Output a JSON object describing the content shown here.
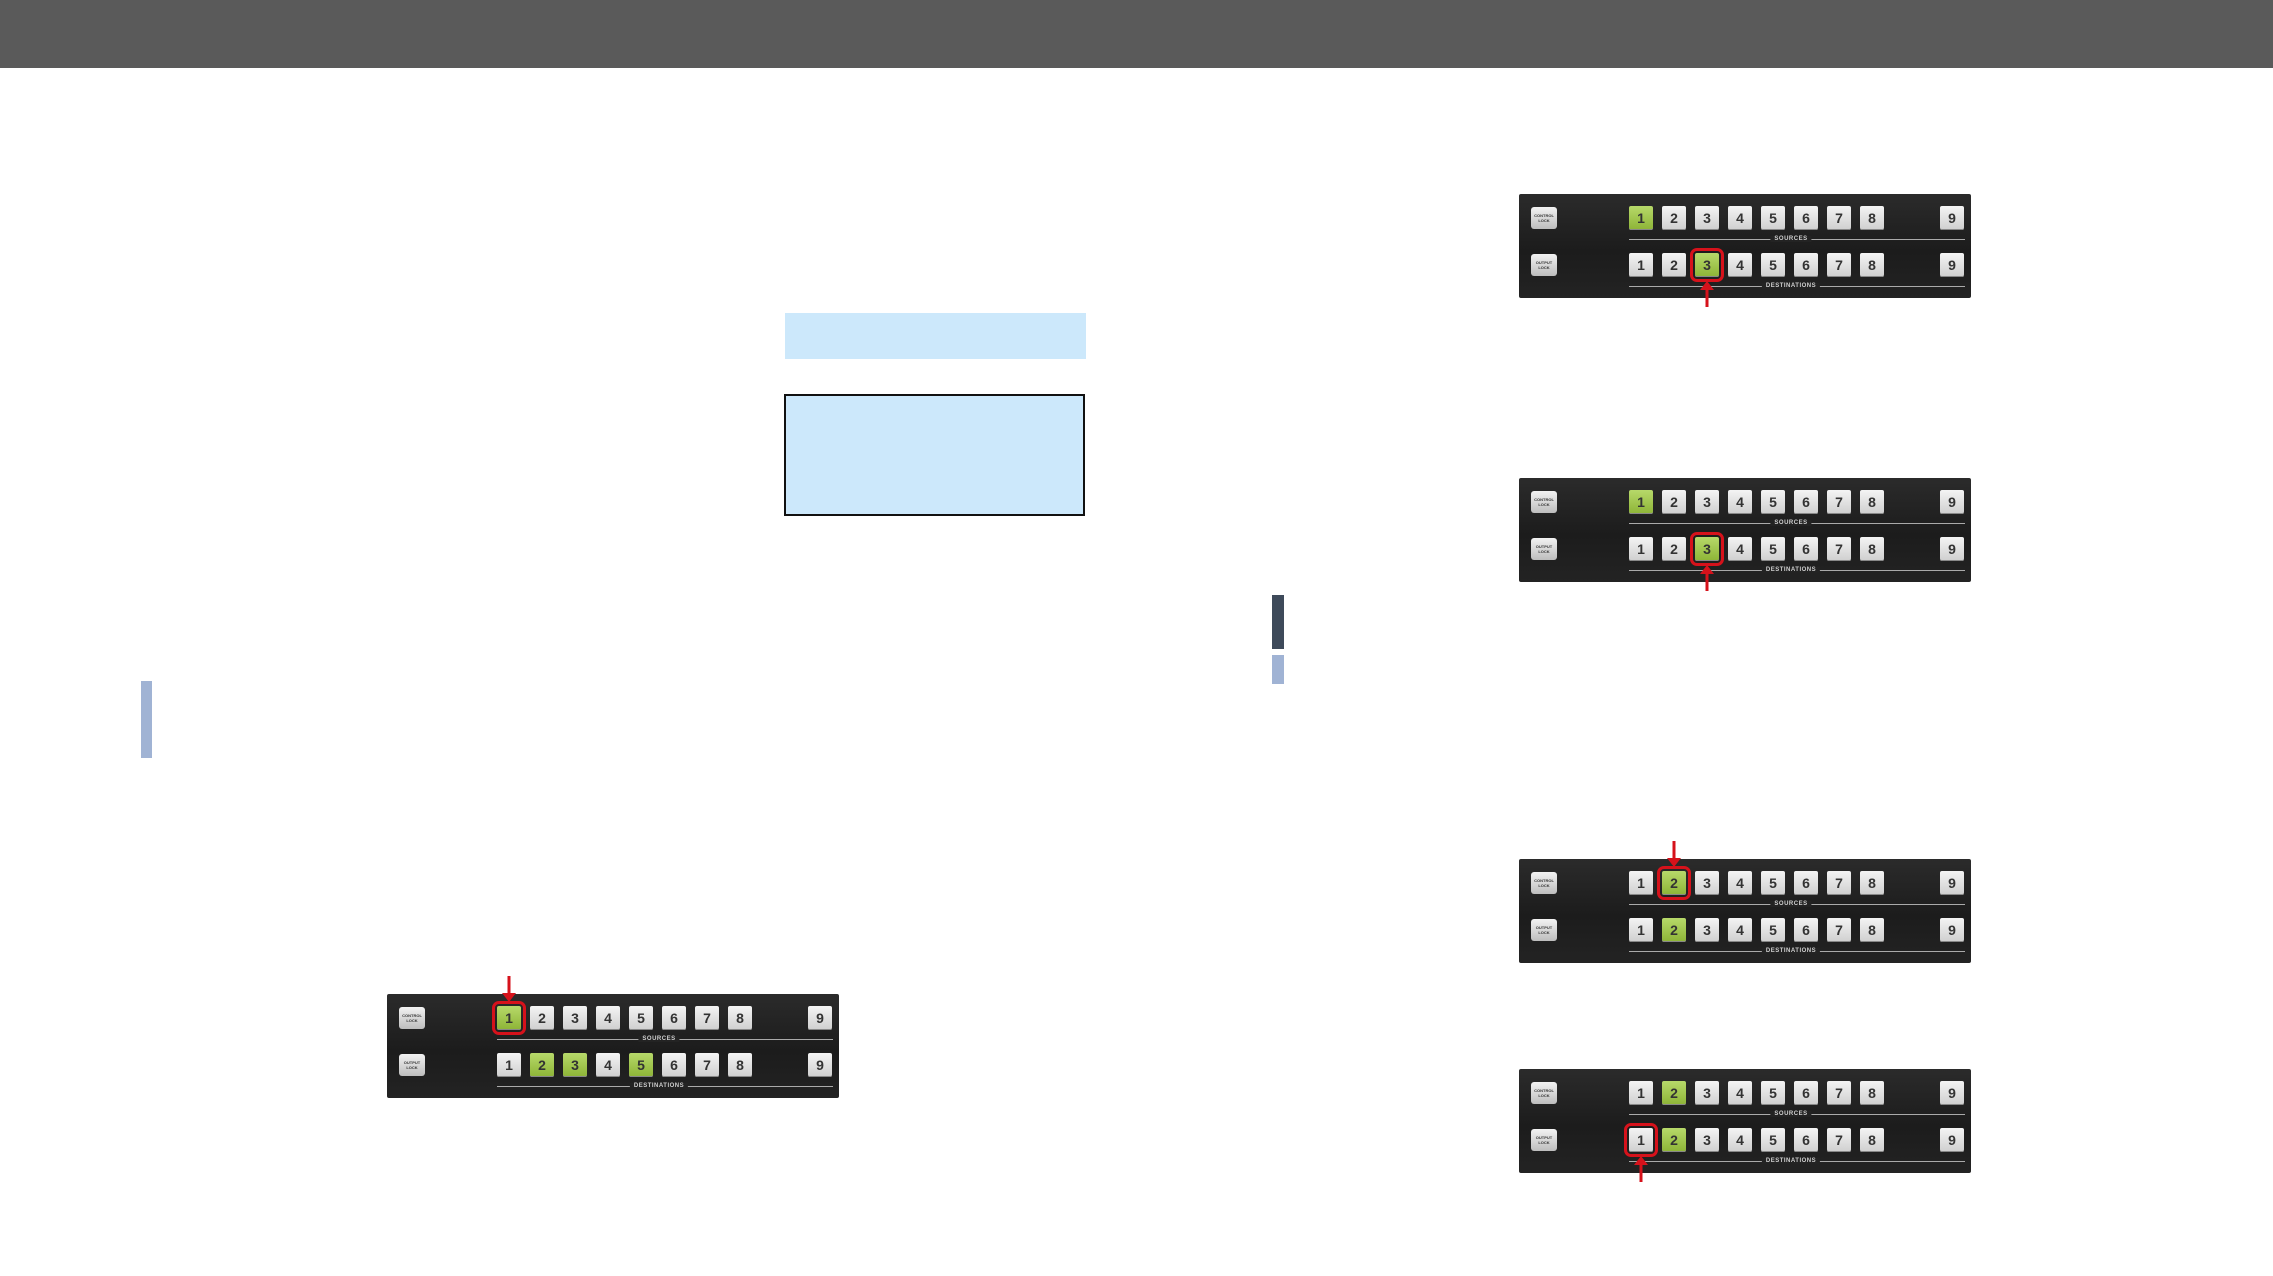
{
  "panels": [
    {
      "id": "panel-right-1",
      "top_lock": "CONTROL LOCK",
      "bottom_lock": "OUTPUT LOCK",
      "sources_label": "SOURCES",
      "destinations_label": "DESTINATIONS",
      "source_keys": [
        "1",
        "2",
        "3",
        "4",
        "5",
        "6",
        "7",
        "8",
        "9"
      ],
      "destination_keys": [
        "1",
        "2",
        "3",
        "4",
        "5",
        "6",
        "7",
        "8",
        "9"
      ],
      "lit_sources": [
        1
      ],
      "lit_destinations": [
        3
      ],
      "selected": {
        "row": "destinations",
        "key": 3
      },
      "arrow": "up"
    },
    {
      "id": "panel-right-2",
      "top_lock": "CONTROL LOCK",
      "bottom_lock": "OUTPUT LOCK",
      "sources_label": "SOURCES",
      "destinations_label": "DESTINATIONS",
      "source_keys": [
        "1",
        "2",
        "3",
        "4",
        "5",
        "6",
        "7",
        "8",
        "9"
      ],
      "destination_keys": [
        "1",
        "2",
        "3",
        "4",
        "5",
        "6",
        "7",
        "8",
        "9"
      ],
      "lit_sources": [
        1
      ],
      "lit_destinations": [
        3
      ],
      "selected": {
        "row": "destinations",
        "key": 3
      },
      "arrow": "up"
    },
    {
      "id": "panel-right-3",
      "top_lock": "CONTROL LOCK",
      "bottom_lock": "OUTPUT LOCK",
      "sources_label": "SOURCES",
      "destinations_label": "DESTINATIONS",
      "source_keys": [
        "1",
        "2",
        "3",
        "4",
        "5",
        "6",
        "7",
        "8",
        "9"
      ],
      "destination_keys": [
        "1",
        "2",
        "3",
        "4",
        "5",
        "6",
        "7",
        "8",
        "9"
      ],
      "lit_sources": [
        2
      ],
      "lit_destinations": [
        2
      ],
      "selected": {
        "row": "sources",
        "key": 2
      },
      "arrow": "down"
    },
    {
      "id": "panel-right-4",
      "top_lock": "CONTROL LOCK",
      "bottom_lock": "OUTPUT LOCK",
      "sources_label": "SOURCES",
      "destinations_label": "DESTINATIONS",
      "source_keys": [
        "1",
        "2",
        "3",
        "4",
        "5",
        "6",
        "7",
        "8",
        "9"
      ],
      "destination_keys": [
        "1",
        "2",
        "3",
        "4",
        "5",
        "6",
        "7",
        "8",
        "9"
      ],
      "lit_sources": [
        2
      ],
      "lit_destinations": [
        2
      ],
      "selected": {
        "row": "destinations",
        "key": 1
      },
      "arrow": "up"
    },
    {
      "id": "panel-left-1",
      "top_lock": "CONTROL LOCK",
      "bottom_lock": "OUTPUT LOCK",
      "sources_label": "SOURCES",
      "destinations_label": "DESTINATIONS",
      "source_keys": [
        "1",
        "2",
        "3",
        "4",
        "5",
        "6",
        "7",
        "8",
        "9"
      ],
      "destination_keys": [
        "1",
        "2",
        "3",
        "4",
        "5",
        "6",
        "7",
        "8",
        "9"
      ],
      "lit_sources": [
        1
      ],
      "lit_destinations": [
        2,
        3,
        5
      ],
      "selected": {
        "row": "sources",
        "key": 1
      },
      "arrow": "down"
    }
  ],
  "colors": {
    "header": "#5a5a5a",
    "note_fill": "#cce8fb",
    "accent_light": "#a0b3d4",
    "accent_dark": "#3e4a5a",
    "key_lit": "#9ac240",
    "highlight": "#d6121b"
  }
}
